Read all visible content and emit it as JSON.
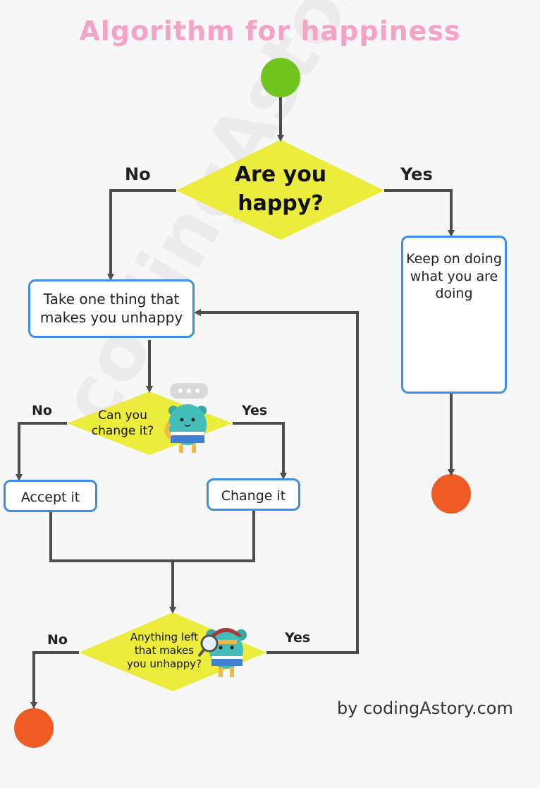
{
  "title": "Algorithm for happiness",
  "colors": {
    "title": "#f4a3c7",
    "start": "#72c41f",
    "end": "#f05a23",
    "decision": "#ecec3c",
    "box_border": "#3d8ee6",
    "line": "#4d4d4d"
  },
  "decisions": {
    "happy": "Are you\nhappy?",
    "change": "Can you\nchange it?",
    "left": "Anything left\nthat makes\nyou unhappy?"
  },
  "boxes": {
    "take_one": "Take one thing that\nmakes you unhappy",
    "keep_on": "Keep on doing\nwhat you are\ndoing",
    "accept": "Accept it",
    "change": "Change it"
  },
  "edge_labels": {
    "happy_no": "No",
    "happy_yes": "Yes",
    "change_no": "No",
    "change_yes": "Yes",
    "left_no": "No",
    "left_yes": "Yes"
  },
  "credit": "by codingAstory.com",
  "watermark": "codingAstory.com",
  "icons": [
    "thinking-mascot-icon",
    "party-mascot-icon",
    "detective-mascot-icon"
  ]
}
